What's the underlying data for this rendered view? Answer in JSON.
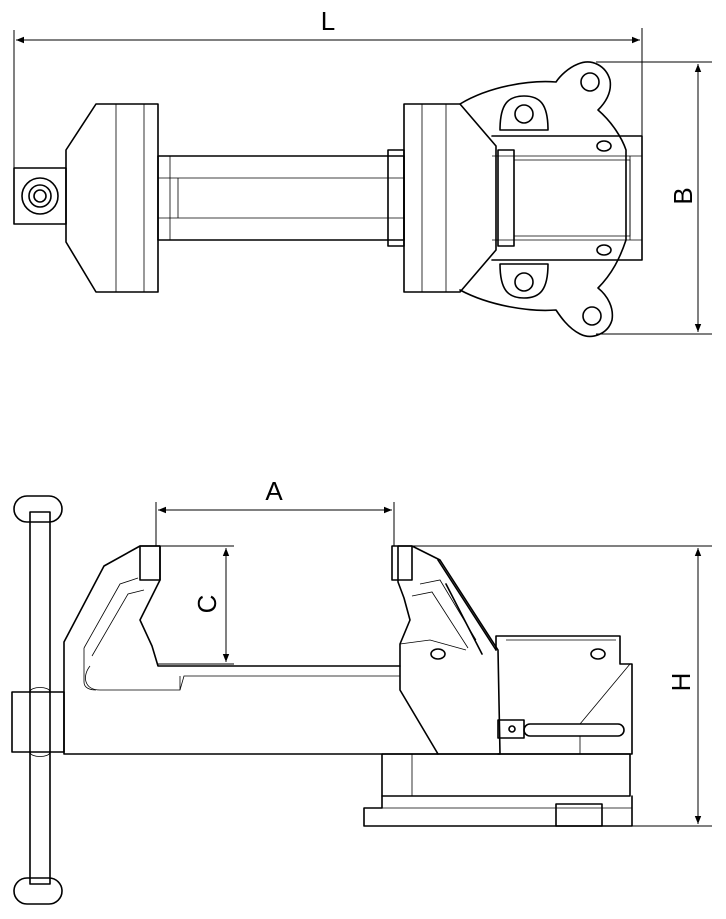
{
  "dimensions": {
    "L": "L",
    "B": "B",
    "A": "A",
    "C": "C",
    "H": "H"
  }
}
